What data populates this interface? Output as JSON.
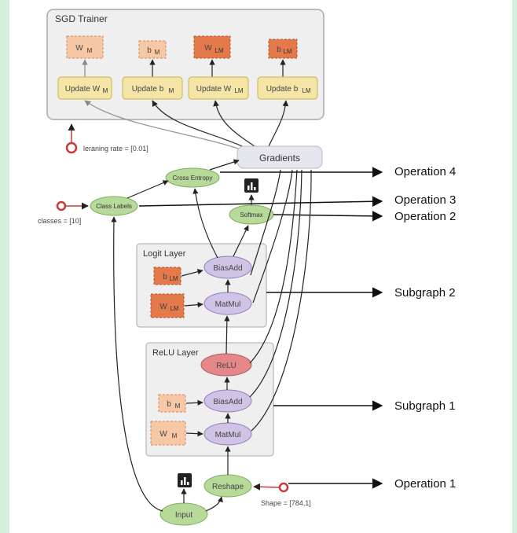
{
  "trainer": {
    "title": "SGD Trainer",
    "params": [
      "W",
      "b",
      "W",
      "b"
    ],
    "param_subs": [
      "M",
      "M",
      "LM",
      "LM"
    ],
    "update_prefix": "Update ",
    "update_labels": [
      "W",
      "b",
      "W",
      "b"
    ],
    "update_subs": [
      "M",
      "M",
      "LM",
      "LM"
    ]
  },
  "learning_rate": "leraning rate = [0.01]",
  "gradients": "Gradients",
  "cross_entropy": "Cross Entropy",
  "class_labels": "Class Labels",
  "classes": "classes = [10]",
  "softmax": "Softmax",
  "logit_layer": {
    "title": "Logit Layer",
    "bias_param": "b",
    "bias_sub": "LM",
    "weight_param": "W",
    "weight_sub": "LM",
    "biasadd": "BiasAdd",
    "matmul": "MatMul"
  },
  "relu_layer": {
    "title": "ReLU Layer",
    "relu": "ReLU",
    "bias_param": "b",
    "bias_sub": "M",
    "weight_param": "W",
    "weight_sub": "M",
    "biasadd": "BiasAdd",
    "matmul": "MatMul"
  },
  "reshape": "Reshape",
  "shape": "Shape = [784,1]",
  "input": "Input",
  "operations": {
    "op4": "Operation 4",
    "op3": "Operation 3",
    "op2": "Operation 2",
    "subgraph2": "Subgraph 2",
    "subgraph1": "Subgraph 1",
    "op1": "Operation 1"
  },
  "colors": {
    "green_node": "#b7d99a",
    "purple_node": "#cfc3e6",
    "red_node": "#e5878a",
    "orange_param": "#e47a4c",
    "light_orange_param": "#f6c8a5",
    "yellow_update": "#f5e6a8",
    "panel": "#efefef"
  }
}
